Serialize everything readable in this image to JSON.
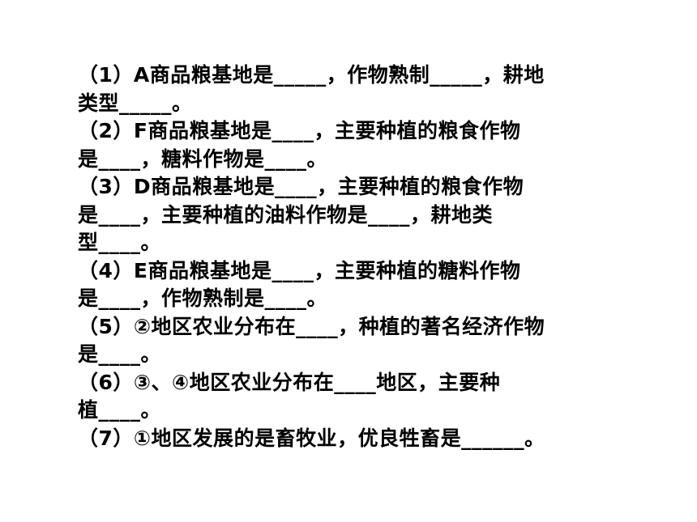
{
  "questions": [
    {
      "lines": [
        "（1）A商品粮基地是_____，作物熟制_____，耕地",
        "类型_____。"
      ]
    },
    {
      "lines": [
        "（2）F商品粮基地是____，主要种植的粮食作物",
        "是____，糖料作物是____。"
      ]
    },
    {
      "lines": [
        "（3）D商品粮基地是____，主要种植的粮食作物",
        "是____，主要种植的油料作物是____，耕地类",
        "型____。"
      ]
    },
    {
      "lines": [
        "（4）E商品粮基地是____，主要种植的糖料作物",
        "是____，作物熟制是____。"
      ]
    },
    {
      "lines": [
        "（5）②地区农业分布在____，种植的著名经济作物",
        "是____。"
      ]
    },
    {
      "lines": [
        "（6）③、④地区农业分布在____地区，主要种",
        "植____。"
      ]
    },
    {
      "lines": [
        "（7）①地区发展的是畜牧业，优良牲畜是______。"
      ]
    }
  ]
}
